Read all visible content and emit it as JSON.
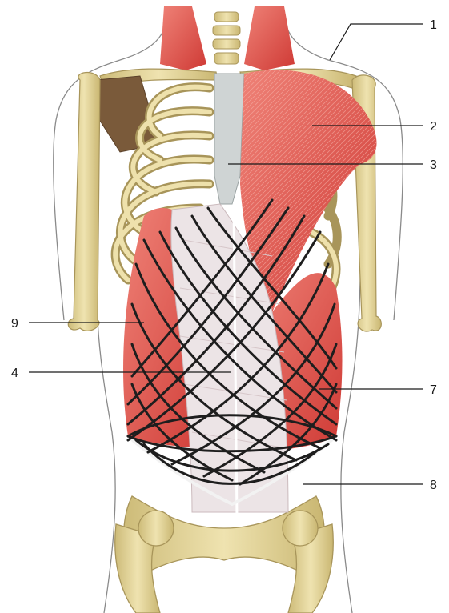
{
  "labels": {
    "l1": "1",
    "l2": "2",
    "l3": "3",
    "l4": "4",
    "l7": "7",
    "l8": "8",
    "l9": "9"
  },
  "colors": {
    "muscle": "#d94a45",
    "muscle_light": "#ee7f74",
    "bone": "#e2d49a",
    "bone_outline": "#a8955a",
    "aponeurosis": "#ece4e6",
    "fiber_lines": "#1e1e1e",
    "body_outline": "#8a8a8a",
    "leader_line": "#1a1a1a"
  }
}
